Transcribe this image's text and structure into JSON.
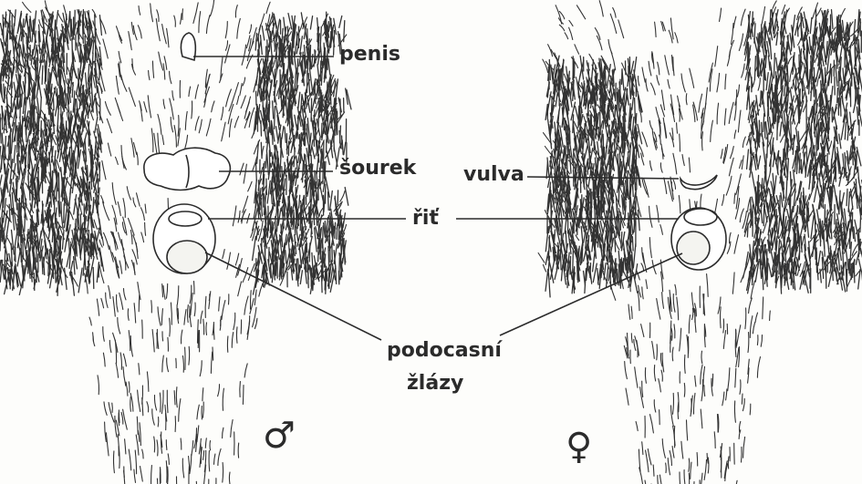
{
  "labels": {
    "penis": "penis",
    "sourek": "šourek",
    "vulva": "vulva",
    "rit": "řiť",
    "glands_line1": "podocasní",
    "glands_line2": "žlázy"
  },
  "symbols": {
    "male": "♂",
    "female": "♀"
  },
  "colors": {
    "ink": "#2b2b2b",
    "paper": "#fdfdfb"
  }
}
